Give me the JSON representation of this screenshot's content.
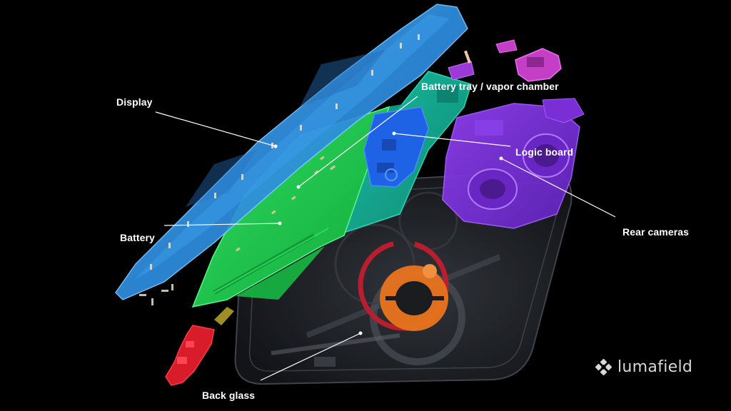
{
  "labels": {
    "display": "Display",
    "battery_tray": "Battery tray / vapor chamber",
    "logic_board": "Logic board",
    "battery": "Battery",
    "rear_cameras": "Rear cameras",
    "back_glass": "Back glass"
  },
  "logo": {
    "icon": "lumafield-mark-icon",
    "text": "lumafield"
  },
  "colors": {
    "background": "#000000",
    "display": "#2f8fe0",
    "battery": "#1fcb4a",
    "battery_tray": "#17b39a",
    "logic_board": "#1e63e6",
    "rear_cameras": "#7a2fd6",
    "camera_bump": "#c43fc6",
    "back_glass": "#2a2d33",
    "magsafe_ring": "#b81e2e",
    "charging_coil": "#e8741e",
    "connector": "#d91c2a",
    "leader_line": "#ffffff",
    "label_text": "#ffffff"
  }
}
